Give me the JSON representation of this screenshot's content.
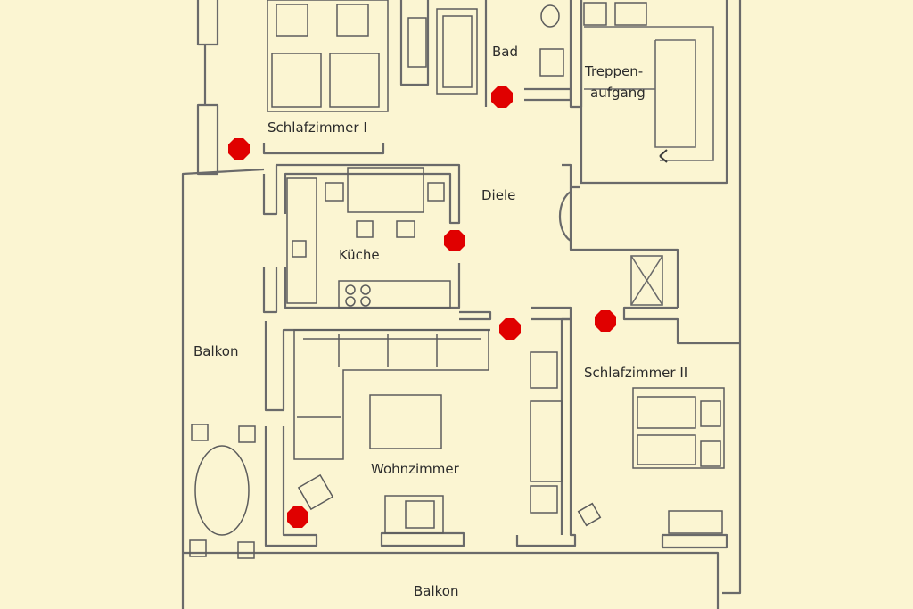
{
  "rooms": {
    "bad": "Bad",
    "treppenaufgang_line1": "Treppen-",
    "treppenaufgang_line2": "aufgang",
    "schlafzimmer1": "Schlafzimmer I",
    "diele": "Diele",
    "kueche": "Küche",
    "balkon_side": "Balkon",
    "schlafzimmer2": "Schlafzimmer II",
    "wohnzimmer": "Wohnzimmer",
    "balkon_bottom": "Balkon"
  },
  "colors": {
    "paper": "#fbf5d2",
    "lines": "#6a6a6a",
    "marker": "#e00000"
  }
}
